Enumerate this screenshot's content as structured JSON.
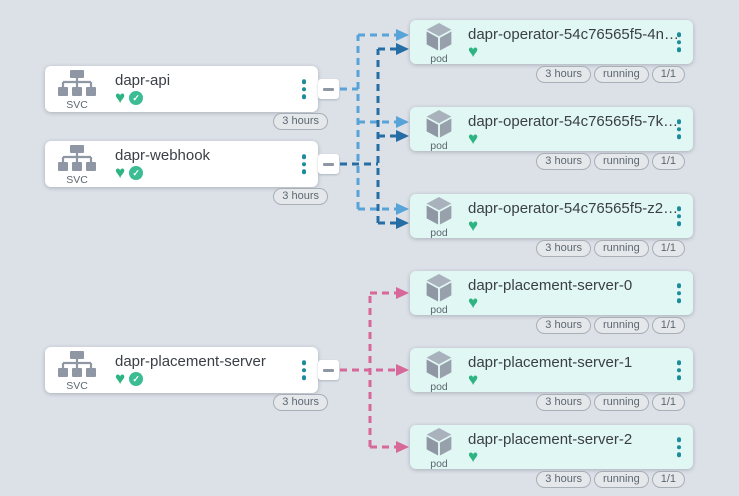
{
  "colors": {
    "background": "#dce1e8",
    "service_card_bg": "#ffffff",
    "pod_card_bg": "#e1f7f3",
    "edge_api": "#58a4d9",
    "edge_webhook": "#266da6",
    "edge_placement": "#d7689a",
    "heart_green": "#2eb482",
    "check_green": "#3bbc92",
    "menu_dot_teal": "#1b8b9e"
  },
  "icons": {
    "heart": "♥",
    "check": "✓"
  },
  "services": [
    {
      "name": "dapr-api",
      "kind": "SVC",
      "badges": [
        "3 hours"
      ]
    },
    {
      "name": "dapr-webhook",
      "kind": "SVC",
      "badges": [
        "3 hours"
      ]
    },
    {
      "name": "dapr-placement-server",
      "kind": "SVC",
      "badges": [
        "3 hours"
      ]
    }
  ],
  "pods": [
    {
      "name": "dapr-operator-54c76565f5-4n…",
      "kind": "pod",
      "badges": [
        "3 hours",
        "running",
        "1/1"
      ]
    },
    {
      "name": "dapr-operator-54c76565f5-7k…",
      "kind": "pod",
      "badges": [
        "3 hours",
        "running",
        "1/1"
      ]
    },
    {
      "name": "dapr-operator-54c76565f5-z2…",
      "kind": "pod",
      "badges": [
        "3 hours",
        "running",
        "1/1"
      ]
    },
    {
      "name": "dapr-placement-server-0",
      "kind": "pod",
      "badges": [
        "3 hours",
        "running",
        "1/1"
      ]
    },
    {
      "name": "dapr-placement-server-1",
      "kind": "pod",
      "badges": [
        "3 hours",
        "running",
        "1/1"
      ]
    },
    {
      "name": "dapr-placement-server-2",
      "kind": "pod",
      "badges": [
        "3 hours",
        "running",
        "1/1"
      ]
    }
  ],
  "connections": [
    {
      "from": "dapr-api",
      "to": [
        "dapr-operator-54c76565f5-4n…",
        "dapr-operator-54c76565f5-7k…",
        "dapr-operator-54c76565f5-z2…"
      ],
      "color_key": "edge_api"
    },
    {
      "from": "dapr-webhook",
      "to": [
        "dapr-operator-54c76565f5-4n…",
        "dapr-operator-54c76565f5-7k…",
        "dapr-operator-54c76565f5-z2…"
      ],
      "color_key": "edge_webhook"
    },
    {
      "from": "dapr-placement-server",
      "to": [
        "dapr-placement-server-0",
        "dapr-placement-server-1",
        "dapr-placement-server-2"
      ],
      "color_key": "edge_placement"
    }
  ]
}
